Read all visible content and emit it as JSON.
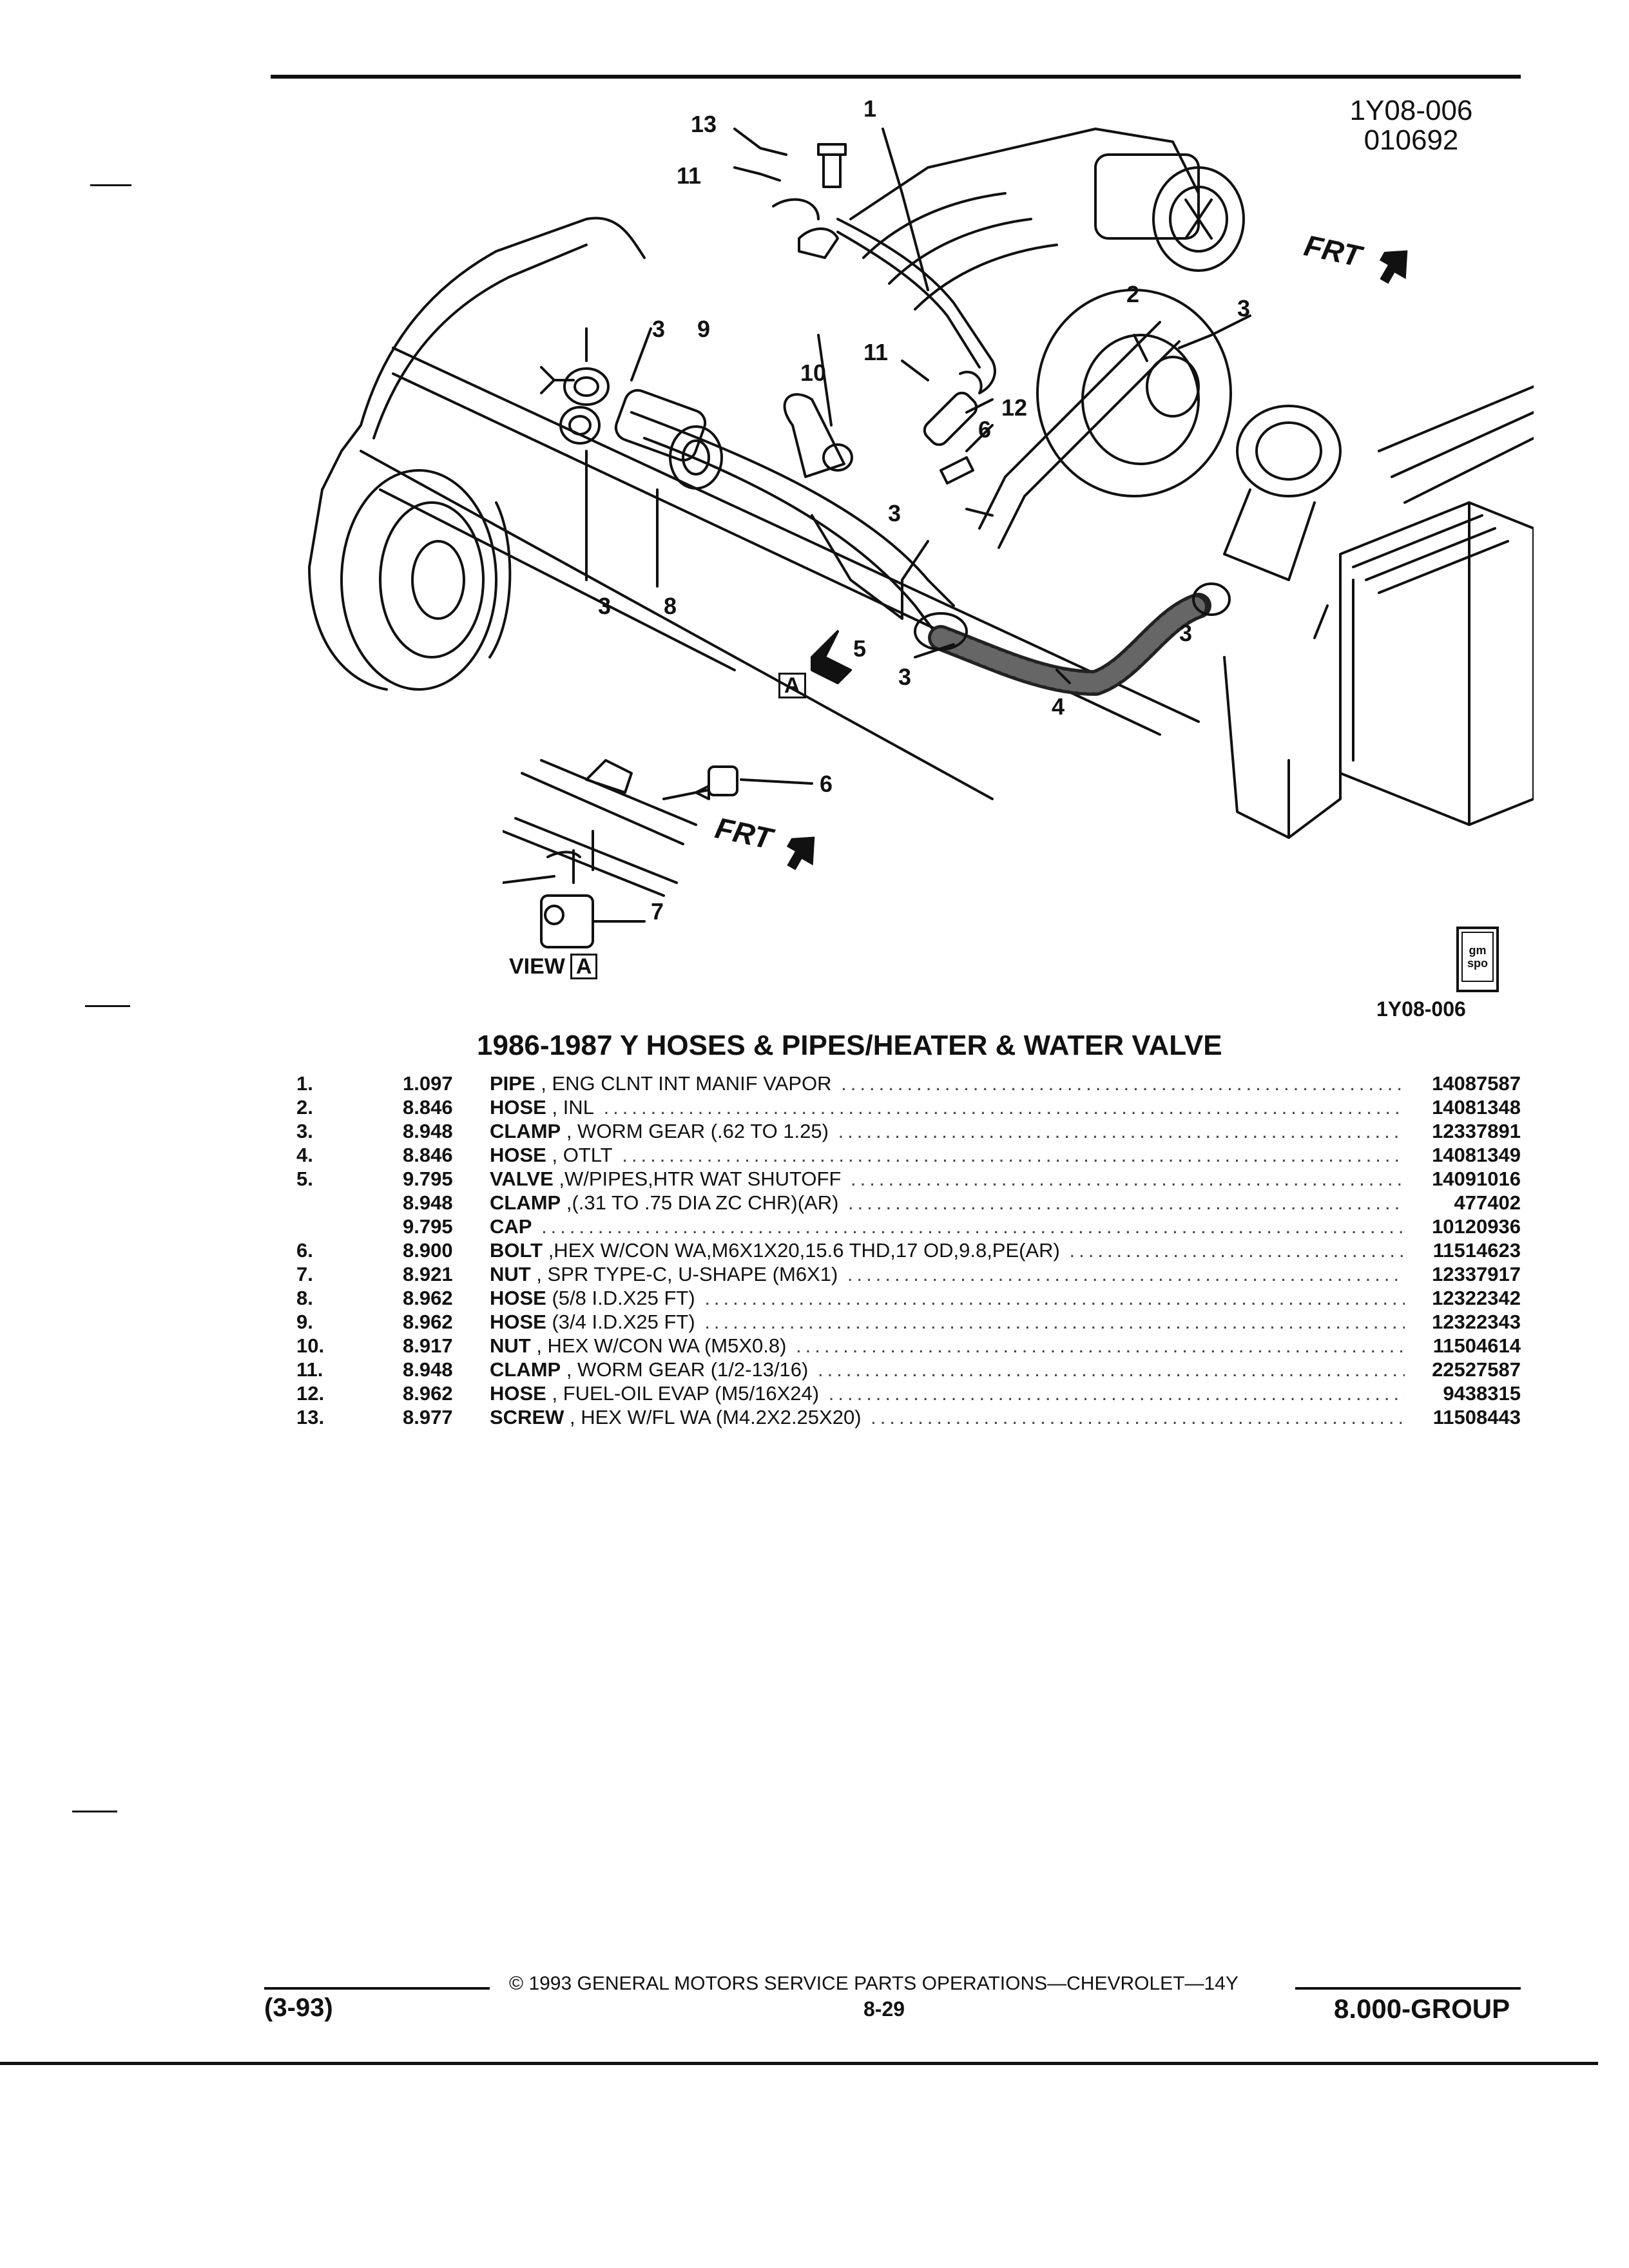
{
  "figure": {
    "code_top": "1Y08-006",
    "date_code": "010692",
    "code_bottom": "1Y08-006",
    "frt_label": "FRT",
    "view_label": "VIEW",
    "view_letter": "A",
    "gm_spo_badge": [
      "gm",
      "spo"
    ],
    "callouts": [
      "1",
      "2",
      "3",
      "3",
      "3",
      "3",
      "3",
      "3",
      "4",
      "5",
      "6",
      "6",
      "7",
      "8",
      "9",
      "10",
      "11",
      "11",
      "12",
      "13"
    ]
  },
  "parts_list": {
    "title": "1986-1987 Y HOSES & PIPES/HEATER & WATER VALVE",
    "rows": [
      {
        "num": "1.",
        "group": "1.097",
        "name": "PIPE",
        "desc": " , ENG CLNT INT MANIF VAPOR",
        "part": "14087587"
      },
      {
        "num": "2.",
        "group": "8.846",
        "name": "HOSE",
        "desc": " , INL",
        "part": "14081348"
      },
      {
        "num": "3.",
        "group": "8.948",
        "name": "CLAMP",
        "desc": " , WORM GEAR (.62 TO 1.25)",
        "part": "12337891"
      },
      {
        "num": "4.",
        "group": "8.846",
        "name": "HOSE",
        "desc": " , OTLT",
        "part": "14081349"
      },
      {
        "num": "5.",
        "group": "9.795",
        "name": "VALVE",
        "desc": " ,W/PIPES,HTR WAT SHUTOFF",
        "part": "14091016"
      },
      {
        "num": "",
        "group": "8.948",
        "name": "CLAMP",
        "desc": " ,(.31 TO .75 DIA ZC CHR)(AR)",
        "part": "477402"
      },
      {
        "num": "",
        "group": "9.795",
        "name": "CAP",
        "desc": "",
        "part": "10120936"
      },
      {
        "num": "6.",
        "group": "8.900",
        "name": "BOLT",
        "desc": " ,HEX W/CON WA,M6X1X20,15.6 THD,17 OD,9.8,PE(AR)",
        "part": "11514623"
      },
      {
        "num": "7.",
        "group": "8.921",
        "name": "NUT",
        "desc": " , SPR TYPE-C, U-SHAPE (M6X1)",
        "part": "12337917"
      },
      {
        "num": "8.",
        "group": "8.962",
        "name": "HOSE",
        "desc": " (5/8 I.D.X25 FT)",
        "part": "12322342"
      },
      {
        "num": "9.",
        "group": "8.962",
        "name": "HOSE",
        "desc": " (3/4 I.D.X25 FT)",
        "part": "12322343"
      },
      {
        "num": "10.",
        "group": "8.917",
        "name": "NUT",
        "desc": " , HEX W/CON WA (M5X0.8)",
        "part": "11504614"
      },
      {
        "num": "11.",
        "group": "8.948",
        "name": "CLAMP",
        "desc": " , WORM GEAR (1/2-13/16)",
        "part": "22527587"
      },
      {
        "num": "12.",
        "group": "8.962",
        "name": "HOSE",
        "desc": " , FUEL-OIL EVAP (M5/16X24)",
        "part": "9438315"
      },
      {
        "num": "13.",
        "group": "8.977",
        "name": "SCREW",
        "desc": " , HEX W/FL WA (M4.2X2.25X20)",
        "part": "11508443"
      }
    ]
  },
  "footer": {
    "date": "(3-93)",
    "copyright": "© 1993 GENERAL MOTORS SERVICE PARTS OPERATIONS—CHEVROLET—14Y",
    "page": "8-29",
    "group": "8.000-GROUP"
  }
}
